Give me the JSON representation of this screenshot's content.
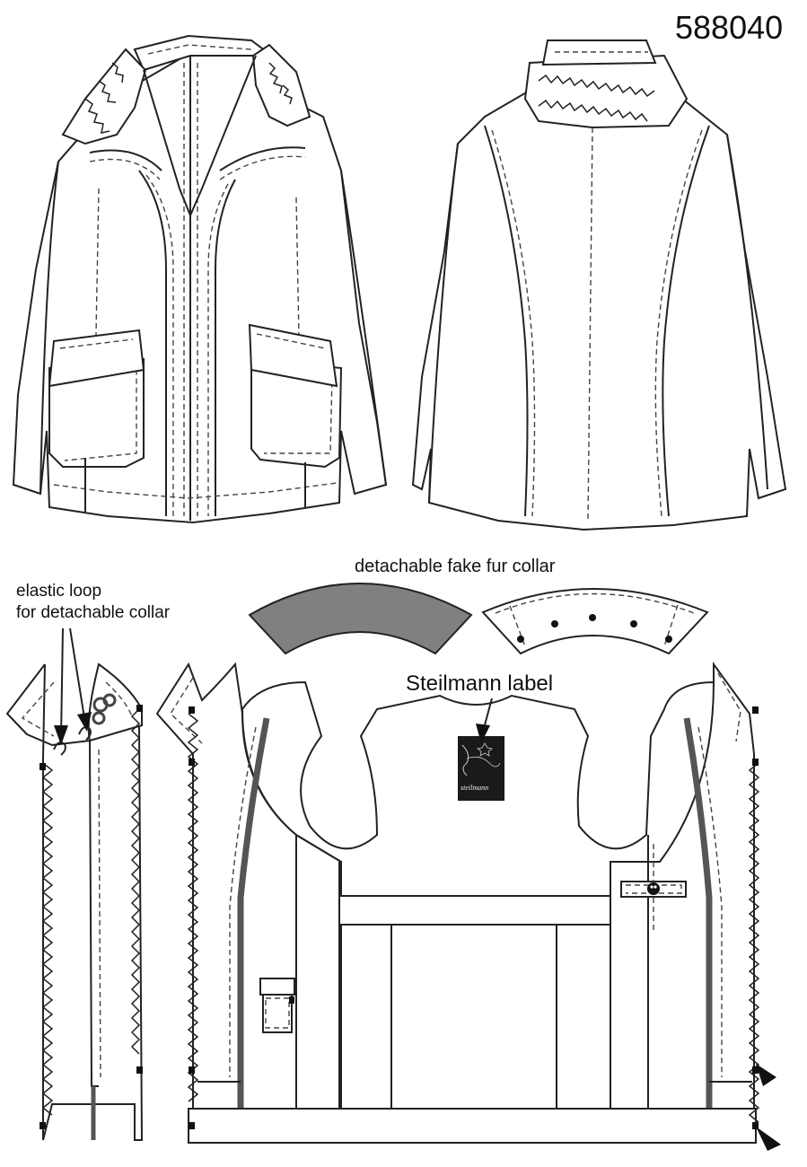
{
  "header": {
    "article_number": "588040"
  },
  "annotations": {
    "collar": "detachable fake fur collar",
    "loop_line1": "elastic loop",
    "loop_line2": "for detachable collar",
    "label": "Steilmann label",
    "label_tag_text": "steilmann"
  },
  "colors": {
    "line": "#222222",
    "fur": "#808080",
    "tag": "#1a1a1a",
    "paper": "#ffffff"
  }
}
